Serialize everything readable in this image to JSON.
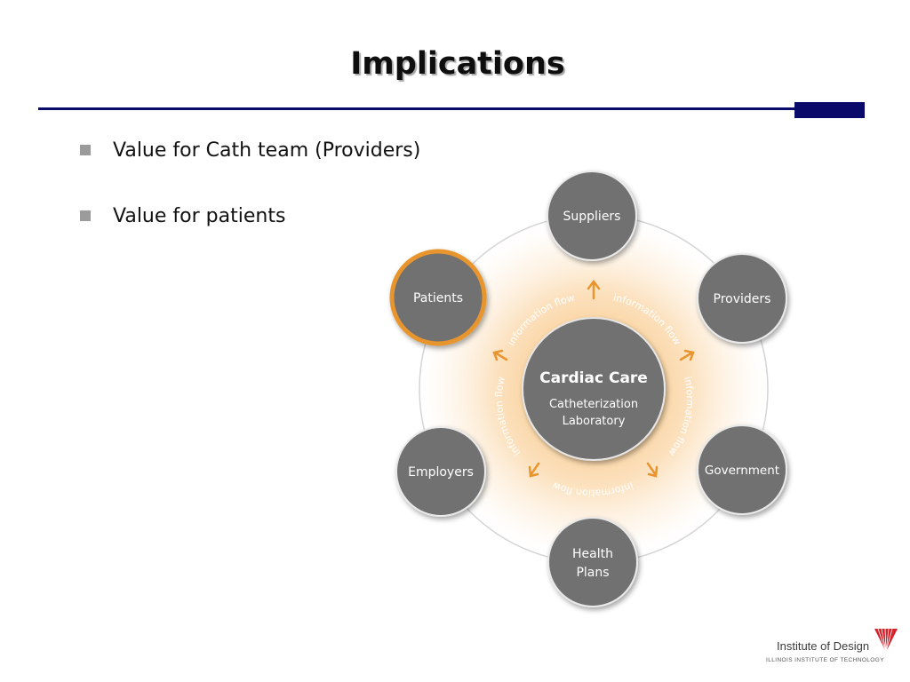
{
  "slide": {
    "title": "Implications",
    "accent_color": "#0a0a6b"
  },
  "bullets": [
    {
      "text": "Value for Cath team (Providers)"
    },
    {
      "text": "Value for patients"
    }
  ],
  "diagram": {
    "center": {
      "title": "Cardiac Care",
      "line1": "Catheterization",
      "line2": "Laboratory"
    },
    "flow_label": "information flow",
    "node_color": "#717171",
    "highlight_color": "#e8952e",
    "glow_color": "#f6b35a",
    "nodes": [
      {
        "label": "Suppliers",
        "highlighted": false
      },
      {
        "label": "Providers",
        "highlighted": false
      },
      {
        "label": "Government",
        "highlighted": false
      },
      {
        "label": "Health Plans",
        "label_line1": "Health",
        "label_line2": "Plans",
        "highlighted": false
      },
      {
        "label": "Employers",
        "highlighted": false
      },
      {
        "label": "Patients",
        "highlighted": true
      }
    ]
  },
  "logo": {
    "name": "Institute of Design",
    "subtitle": "ILLINOIS INSTITUTE OF TECHNOLOGY"
  }
}
